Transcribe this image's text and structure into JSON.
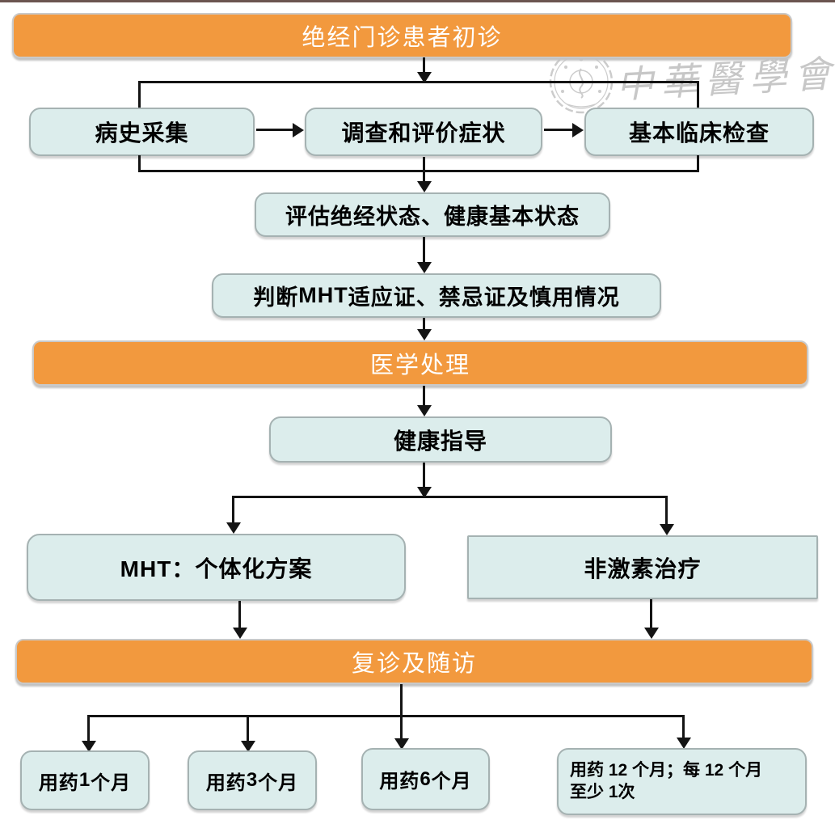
{
  "colors": {
    "bar_fill": "#F2993E",
    "bar_text": "#FFFFFF",
    "box_fill": "#DCEDEC",
    "box_border": "#A5B2B2",
    "line": "#141414",
    "strip": "#6B5550",
    "watermark": "#9B9B9B"
  },
  "watermark": {
    "seal_icon": "cma-seal-icon",
    "text": "中華醫學會"
  },
  "nodes": {
    "start": "绝经门诊患者初诊",
    "history": "病史采集",
    "survey": "调查和评价症状",
    "exam": "基本临床检查",
    "assess": "评估绝经状态、健康基本状态",
    "judge_prefix": "判断 ",
    "judge_mht": "MHT",
    "judge_suffix": " 适应证、禁忌证及慎用情况",
    "medical": "医学处理",
    "guide": "健康指导",
    "mht_plan": "MHT：个体化方案",
    "non_hormone": "非激素治疗",
    "followup": "复诊及随访",
    "f1a": "用药 ",
    "f1b": "1",
    "f1c": " 个月",
    "f2a": "用药 ",
    "f2b": "3",
    "f2c": " 个月",
    "f3a": "用药 ",
    "f3b": "6",
    "f3c": " 个月",
    "f4l1a": "用药 ",
    "f4l1b": "12",
    "f4l1c": " 个月；每 ",
    "f4l1d": "12",
    "f4l1e": " 个月",
    "f4l2a": "至少 ",
    "f4l2b": "1",
    "f4l2c": "次"
  }
}
